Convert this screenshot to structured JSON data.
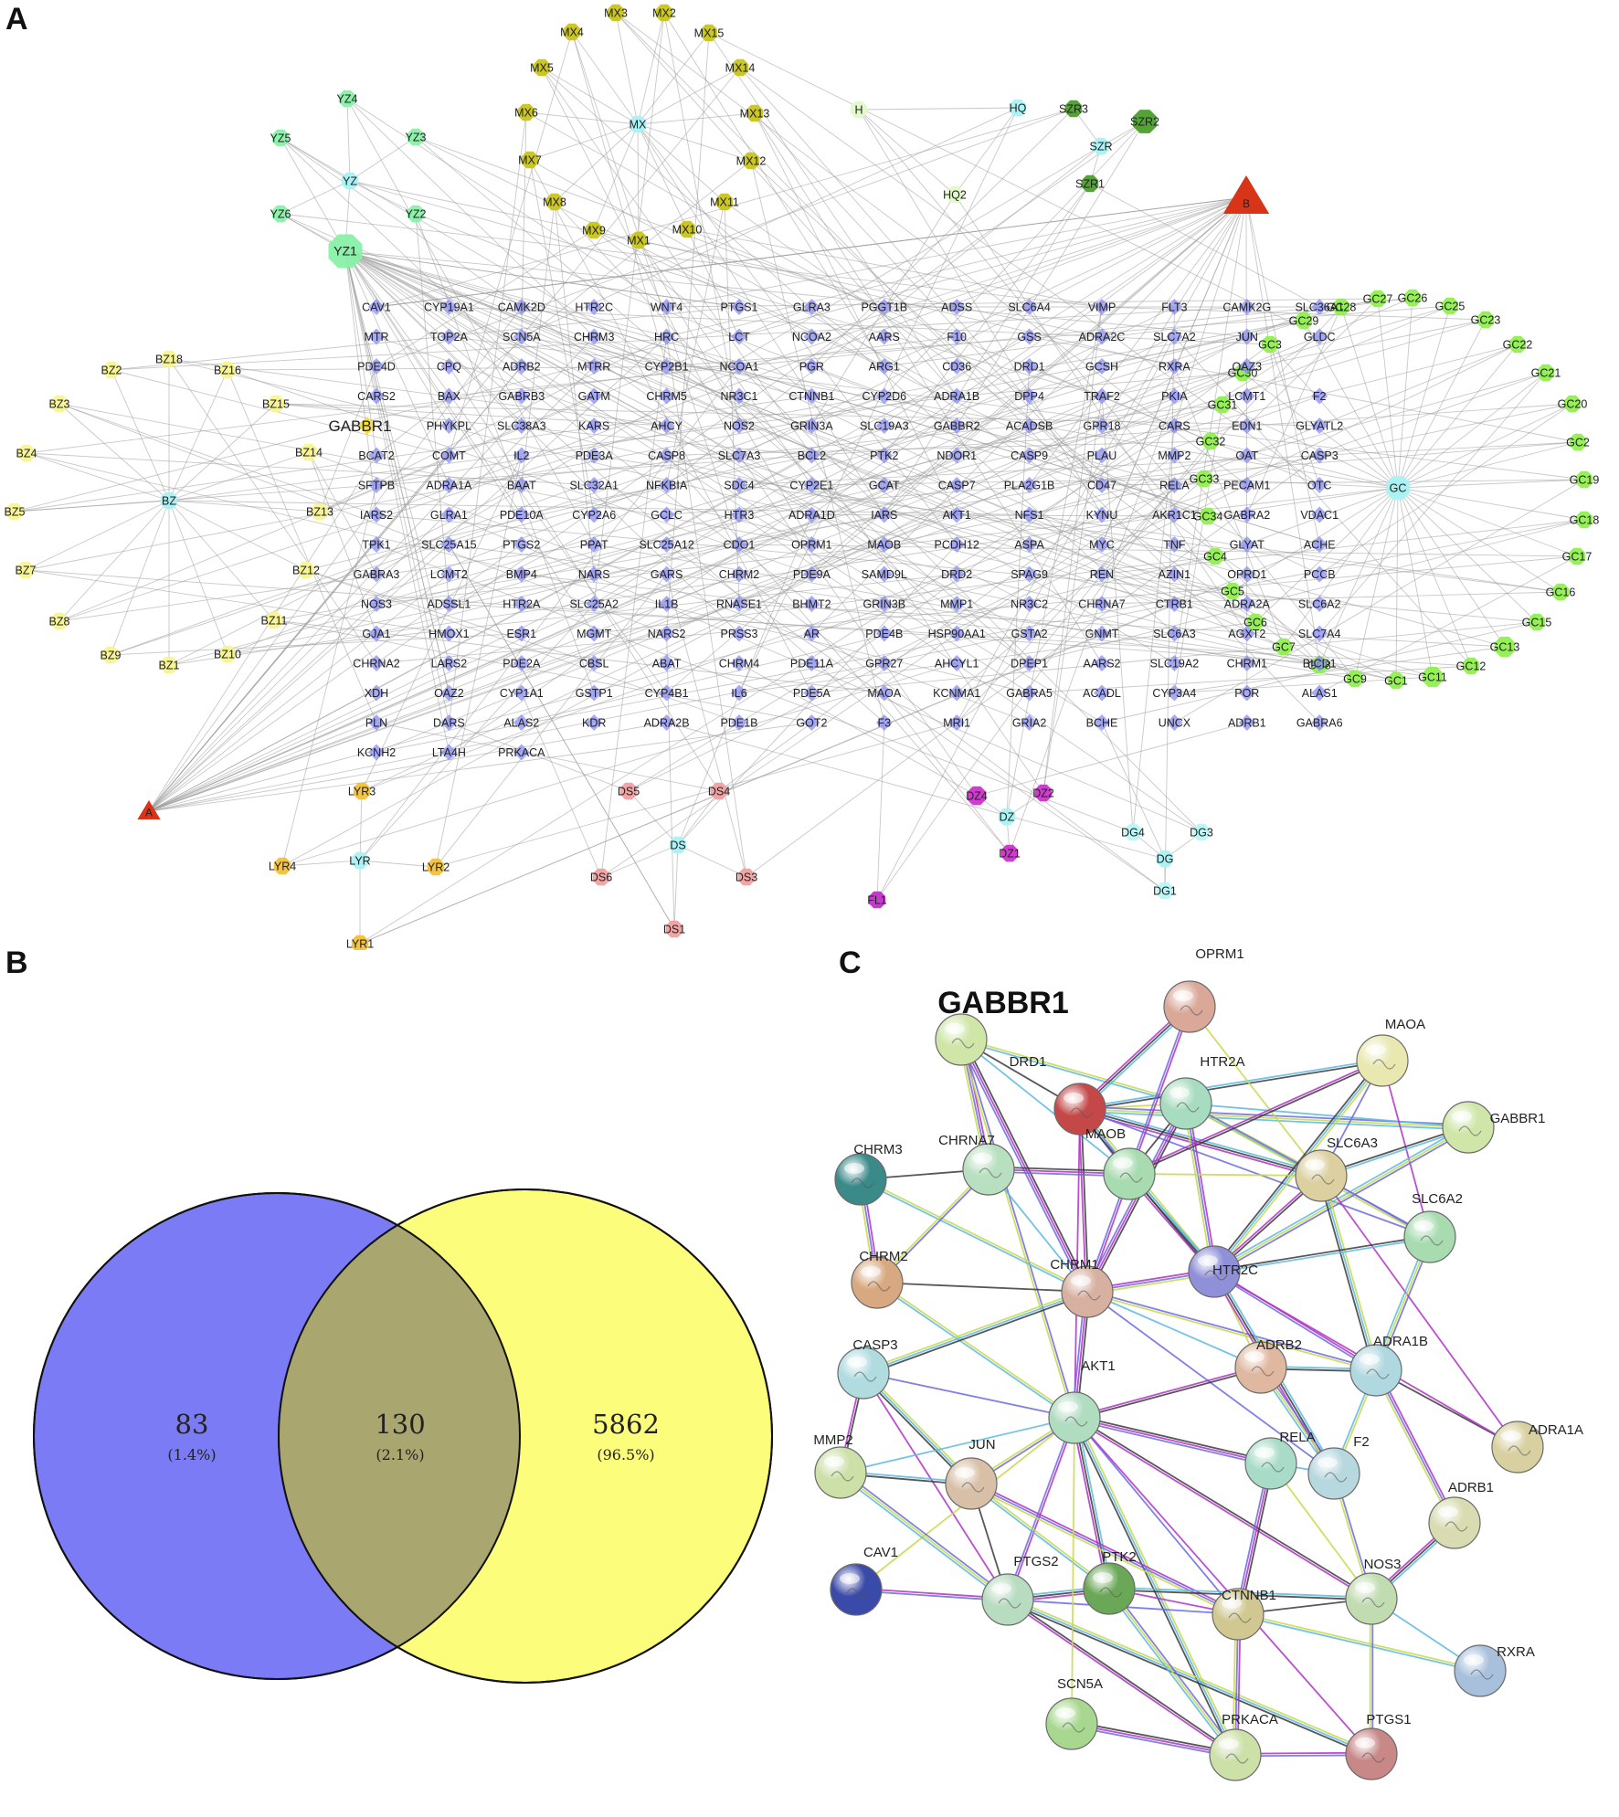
{
  "panels": {
    "a": "A",
    "b": "B",
    "c": "C"
  },
  "colors": {
    "edge": "#9a9a9a",
    "target": "#8a8ef0",
    "yz": "#88f0a8",
    "mx": "#c8c418",
    "h": "#e2f8c8",
    "szr": "#4a9e2a",
    "gc": "#90f050",
    "bz": "#f8f490",
    "lyr": "#f2c03a",
    "ds": "#f0a0a0",
    "dz": "#d030d0",
    "dg": "#b8f6f6",
    "hub": "#a8f2f4",
    "triangle": "#d83418",
    "gabbr1": "#f4e040",
    "venn_left": "#7b7bf5",
    "venn_right": "#fdfd7c",
    "venn_overlap": "#a9a66f"
  },
  "network": {
    "hubs": [
      "MX",
      "YZ",
      "H",
      "HQ",
      "SZR",
      "HQ2",
      "GC",
      "BZ",
      "LYR",
      "DS",
      "DZ",
      "DG"
    ],
    "highlight_label": "GABBR1",
    "triangles": [
      "B",
      "A"
    ],
    "mx_nodes": [
      "MX1",
      "MX2",
      "MX3",
      "MX4",
      "MX5",
      "MX6",
      "MX7",
      "MX8",
      "MX9",
      "MX10",
      "MX11",
      "MX12",
      "MX13",
      "MX14",
      "MX15"
    ],
    "yz_nodes": [
      "YZ1",
      "YZ2",
      "YZ3",
      "YZ4",
      "YZ5",
      "YZ6"
    ],
    "szr_nodes": [
      "SZR1",
      "SZR2",
      "SZR3"
    ],
    "gc_nodes": [
      "GC1",
      "GC2",
      "GC3",
      "GC4",
      "GC5",
      "GC6",
      "GC7",
      "GC8",
      "GC9",
      "GC11",
      "GC12",
      "GC13",
      "GC15",
      "GC16",
      "GC17",
      "GC18",
      "GC19",
      "GC20",
      "GC21",
      "GC22",
      "GC23",
      "GC25",
      "GC26",
      "GC27",
      "GC28",
      "GC29",
      "GC30",
      "GC31",
      "GC32",
      "GC33",
      "GC34"
    ],
    "bz_nodes": [
      "BZ1",
      "BZ2",
      "BZ3",
      "BZ4",
      "BZ5",
      "BZ7",
      "BZ8",
      "BZ9",
      "BZ10",
      "BZ11",
      "BZ12",
      "BZ13",
      "BZ14",
      "BZ15",
      "BZ16",
      "BZ18"
    ],
    "lyr_nodes": [
      "LYR1",
      "LYR2",
      "LYR3",
      "LYR4"
    ],
    "ds_nodes": [
      "DS1",
      "DS3",
      "DS4",
      "DS5",
      "DS6"
    ],
    "dz_nodes": [
      "DZ1",
      "DZ2",
      "DZ4"
    ],
    "dg_nodes": [
      "DG1",
      "DG3",
      "DG4"
    ],
    "fl_node": "FL1",
    "target_rows": [
      [
        "CAV1",
        "CYP19A1",
        "CAMK2D",
        "HTR2C",
        "WNT4",
        "PTGS1",
        "GLRA3",
        "PGGT1B",
        "ADSS",
        "SLC6A4",
        "VIMP",
        "FLT3",
        "CAMK2G",
        "SLC36A1"
      ],
      [
        "MTR",
        "TOP2A",
        "SCN5A",
        "CHRM3",
        "HRC",
        "LCT",
        "NCOA2",
        "AARS",
        "F10",
        "GSS",
        "ADRA2C",
        "SLC7A2",
        "JUN",
        "GLDC"
      ],
      [
        "PDE4D",
        "CPQ",
        "ADRB2",
        "MTRR",
        "CYP2B1",
        "NCOA1",
        "PGR",
        "ARG1",
        "CD36",
        "DRD1",
        "GCSH",
        "RXRA",
        "OAZ3"
      ],
      [
        "CARS2",
        "BAX",
        "GABRB3",
        "GATM",
        "CHRM5",
        "NR3C1",
        "CTNNB1",
        "CYP2D6",
        "ADRA1B",
        "DPP4",
        "TRAF2",
        "PKIA",
        "LCMT1",
        "F2"
      ],
      [
        "PHYKPL",
        "SLC38A3",
        "KARS",
        "AHCY",
        "NOS2",
        "GRIN3A",
        "SLC19A3",
        "GABBR2",
        "ACADSB",
        "GPR18",
        "CARS",
        "EDN1",
        "GLYATL2"
      ],
      [
        "BCAT2",
        "COMT",
        "IL2",
        "PDE3A",
        "CASP8",
        "SLC7A3",
        "BCL2",
        "PTK2",
        "NDOR1",
        "CASP9",
        "PLAU",
        "MMP2",
        "OAT",
        "CASP3"
      ],
      [
        "SFTPB",
        "ADRA1A",
        "BAAT",
        "SLC32A1",
        "NFKBIA",
        "SDC4",
        "CYP2E1",
        "GCAT",
        "CASP7",
        "PLA2G1B",
        "CD47",
        "RELA",
        "PECAM1",
        "OTC"
      ],
      [
        "IARS2",
        "GLRA1",
        "PDE10A",
        "CYP2A6",
        "GCLC",
        "HTR3",
        "ADRA1D",
        "IARS",
        "AKT1",
        "NFS1",
        "KYNU",
        "AKR1C1",
        "GABRA2",
        "VDAC1"
      ],
      [
        "TPK1",
        "SLC25A15",
        "PTGS2",
        "PPAT",
        "SLC25A12",
        "CDO1",
        "OPRM1",
        "MAOB",
        "PCDH12",
        "ASPA",
        "MYC",
        "TNF",
        "GLYAT",
        "ACHE"
      ],
      [
        "GABRA3",
        "LCMT2",
        "BMP4",
        "NARS",
        "GARS",
        "CHRM2",
        "PDE9A",
        "SAMD9L",
        "DRD2",
        "SPAG9",
        "REN",
        "AZIN1",
        "OPRD1",
        "PCCB"
      ],
      [
        "NOS3",
        "ADSSL1",
        "HTR2A",
        "SLC25A2",
        "IL1B",
        "RNASE1",
        "BHMT2",
        "GRIN3B",
        "MMP1",
        "NR3C2",
        "CHRNA7",
        "CTRB1",
        "ADRA2A",
        "SLC6A2"
      ],
      [
        "GJA1",
        "HMOX1",
        "ESR1",
        "MGMT",
        "NARS2",
        "PRSS3",
        "AR",
        "PDE4B",
        "HSP90AA1",
        "GSTA2",
        "GNMT",
        "SLC6A3",
        "AGXT2",
        "SLC7A4"
      ],
      [
        "CHRNA2",
        "LARS2",
        "PDE2A",
        "CBSL",
        "ABAT",
        "CHRM4",
        "PDE11A",
        "GPR27",
        "AHCYL1",
        "DPEP1",
        "AARS2",
        "SLC19A2",
        "CHRM1",
        "BICD1"
      ],
      [
        "XDH",
        "OAZ2",
        "CYP1A1",
        "GSTP1",
        "CYP4B1",
        "IL6",
        "PDE5A",
        "MAOA",
        "KCNMA1",
        "GABRA5",
        "ACADL",
        "CYP3A4",
        "POR",
        "ALAS1"
      ],
      [
        "PLN",
        "DARS",
        "ALAS2",
        "KDR",
        "ADRA2B",
        "PDE1B",
        "GOT2",
        "F3",
        "MRI1",
        "GRIA2",
        "BCHE",
        "UNCX",
        "ADRB1",
        "GABRA6"
      ],
      [
        "KCNH2",
        "LTA4H",
        "PRKACA"
      ]
    ]
  },
  "venn": {
    "left_count": "83",
    "left_pct": "(1.4%)",
    "overlap_count": "130",
    "overlap_pct": "(2.1%)",
    "right_count": "5862",
    "right_pct": "(96.5%)"
  },
  "ppi": {
    "title": "GABBR1",
    "nodes": [
      {
        "label": "",
        "color": "#cfe6a8"
      },
      {
        "label": "OPRM1",
        "color": "#d9a898"
      },
      {
        "label": "MAOA",
        "color": "#e8e8b0"
      },
      {
        "label": "DRD1",
        "color": "#c44848"
      },
      {
        "label": "HTR2A",
        "color": "#a8dcc0"
      },
      {
        "label": "GABBR1",
        "color": "#cfe6a8"
      },
      {
        "label": "CHRM3",
        "color": "#3a8a8a"
      },
      {
        "label": "CHRNA7",
        "color": "#b8e0c0"
      },
      {
        "label": "MAOB",
        "color": "#a8dcb0"
      },
      {
        "label": "SLC6A3",
        "color": "#dcd0a0"
      },
      {
        "label": "SLC6A2",
        "color": "#a8dcb0"
      },
      {
        "label": "CHRM2",
        "color": "#d8a880"
      },
      {
        "label": "CHRM1",
        "color": "#d8b0a0"
      },
      {
        "label": "HTR2C",
        "color": "#9090d8"
      },
      {
        "label": "CASP3",
        "color": "#b0dce0"
      },
      {
        "label": "ADRB2",
        "color": "#e0b8a0"
      },
      {
        "label": "ADRA1B",
        "color": "#b0d8e0"
      },
      {
        "label": "ADRA1A",
        "color": "#d8d0a0"
      },
      {
        "label": "AKT1",
        "color": "#b0dcc0"
      },
      {
        "label": "MMP2",
        "color": "#cce0a8"
      },
      {
        "label": "JUN",
        "color": "#d8c0a8"
      },
      {
        "label": "F2",
        "color": "#b8d8e0"
      },
      {
        "label": "RELA",
        "color": "#a8dcc8"
      },
      {
        "label": "ADRB1",
        "color": "#d8dcb0"
      },
      {
        "label": "CAV1",
        "color": "#3a4aa8"
      },
      {
        "label": "PTGS2",
        "color": "#b8dcc0"
      },
      {
        "label": "PTK2",
        "color": "#6aa858"
      },
      {
        "label": "CTNNB1",
        "color": "#d0c890"
      },
      {
        "label": "NOS3",
        "color": "#c0dcb0"
      },
      {
        "label": "RXRA",
        "color": "#a8c0dc"
      },
      {
        "label": "SCN5A",
        "color": "#a8d890"
      },
      {
        "label": "PRKACA",
        "color": "#cce0a8"
      },
      {
        "label": "PTGS1",
        "color": "#c88888"
      }
    ]
  }
}
